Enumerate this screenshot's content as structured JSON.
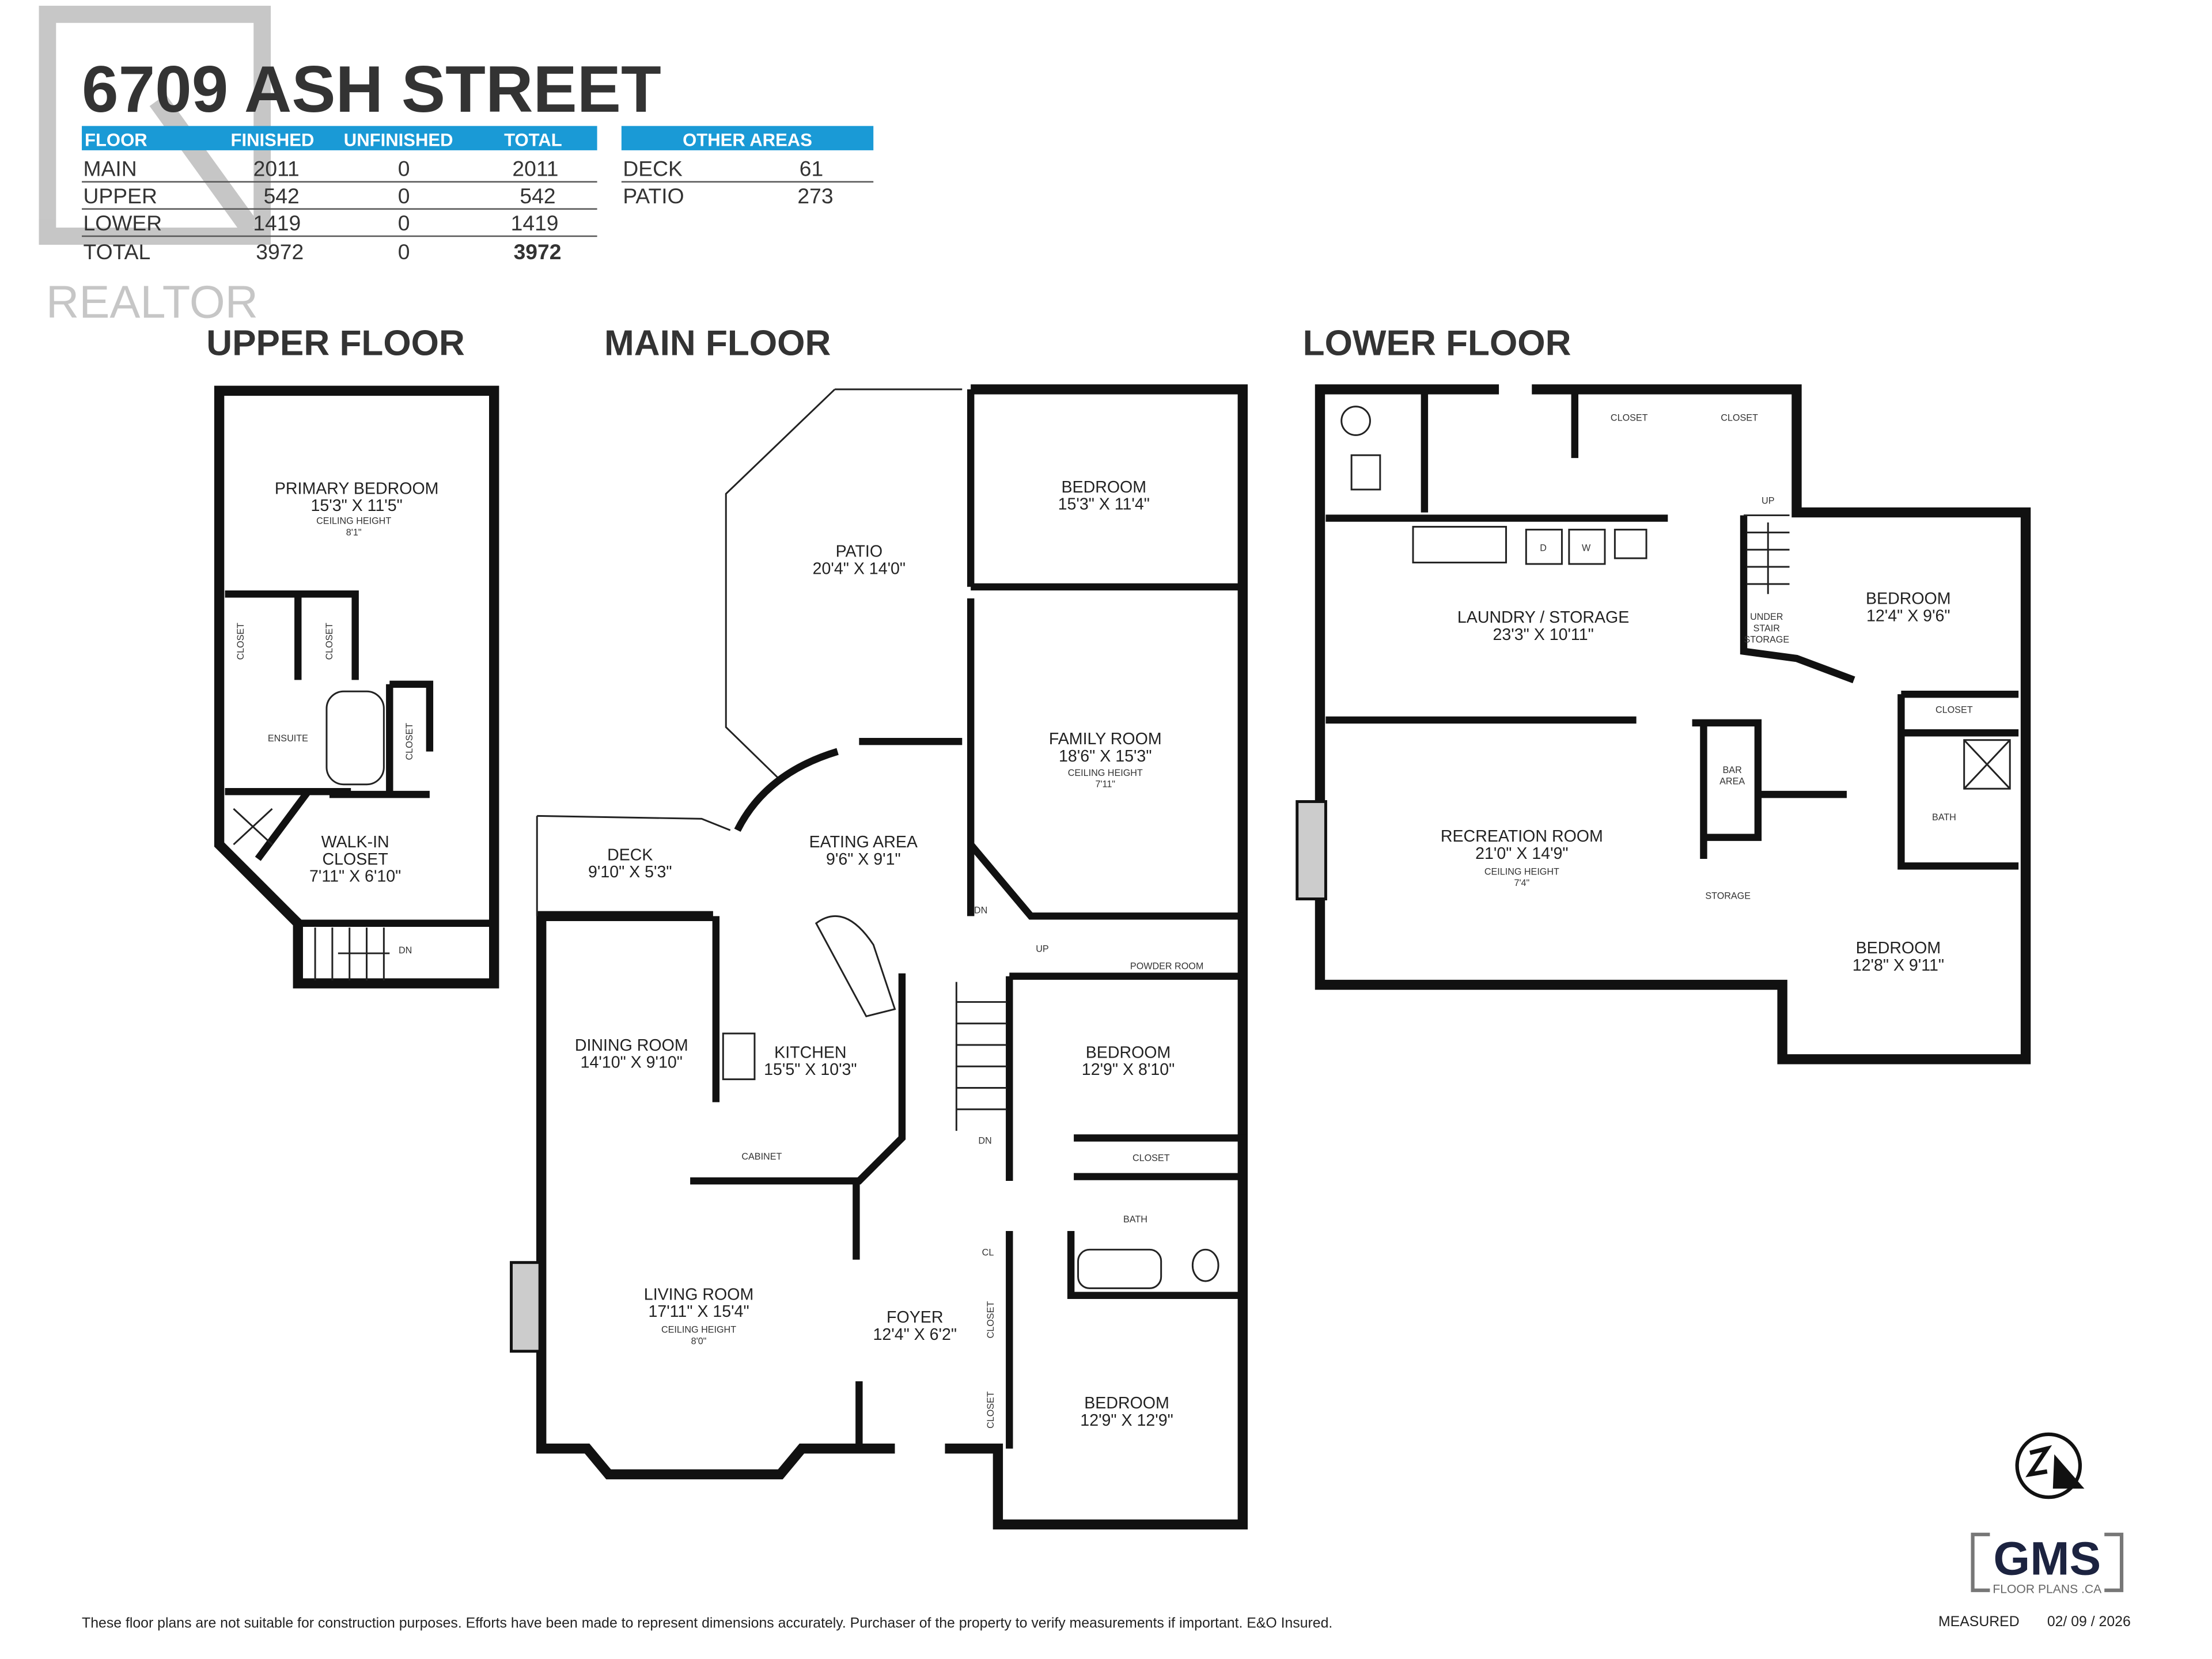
{
  "title": "6709 ASH STREET",
  "accent_color": "#1a9ad6",
  "area_table": {
    "headers": [
      "FLOOR",
      "FINISHED",
      "UNFINISHED",
      "TOTAL"
    ],
    "rows": [
      [
        "MAIN",
        "2011",
        "0",
        "2011"
      ],
      [
        "UPPER",
        "542",
        "0",
        "542"
      ],
      [
        "LOWER",
        "1419",
        "0",
        "1419"
      ],
      [
        "TOTAL",
        "3972",
        "0",
        "3972"
      ]
    ]
  },
  "other_areas": {
    "header": "OTHER AREAS",
    "rows": [
      [
        "DECK",
        "61"
      ],
      [
        "PATIO",
        "273"
      ]
    ]
  },
  "watermark": "REALTOR",
  "floors": {
    "upper": {
      "label": "UPPER FLOOR",
      "rooms": [
        {
          "name": "PRIMARY BEDROOM",
          "dims": "15'3\" X 11'5\"",
          "ceiling": "CEILING HEIGHT",
          "ceiling_value": "8'1\""
        },
        {
          "name": "ENSUITE"
        },
        {
          "name": "WALK-IN",
          "name2": "CLOSET",
          "dims": "7'11\" X 6'10\""
        },
        {
          "name": "CLOSET"
        },
        {
          "name": "CLOSET"
        },
        {
          "name": "CLOSET"
        },
        {
          "name": "DN"
        }
      ]
    },
    "main": {
      "label": "MAIN FLOOR",
      "rooms": [
        {
          "name": "PATIO",
          "dims": "20'4\" X 14'0\""
        },
        {
          "name": "BEDROOM",
          "dims": "15'3\" X 11'4\""
        },
        {
          "name": "FAMILY ROOM",
          "dims": "18'6\" X 15'3\"",
          "ceiling": "CEILING HEIGHT",
          "ceiling_value": "7'11\""
        },
        {
          "name": "EATING AREA",
          "dims": "9'6\" X 9'1\""
        },
        {
          "name": "DECK",
          "dims": "9'10\" X 5'3\""
        },
        {
          "name": "DINING ROOM",
          "dims": "14'10\" X 9'10\""
        },
        {
          "name": "KITCHEN",
          "dims": "15'5\" X 10'3\""
        },
        {
          "name": "BEDROOM",
          "dims": "12'9\" X 8'10\""
        },
        {
          "name": "LIVING ROOM",
          "dims": "17'11\" X 15'4\"",
          "ceiling": "CEILING HEIGHT",
          "ceiling_value": "8'0\""
        },
        {
          "name": "FOYER",
          "dims": "12'4\" X 6'2\""
        },
        {
          "name": "BEDROOM",
          "dims": "12'9\" X 12'9\""
        },
        {
          "name": "POWDER ROOM"
        },
        {
          "name": "CABINET"
        },
        {
          "name": "CLOSET"
        },
        {
          "name": "BATH"
        },
        {
          "name": "CL"
        },
        {
          "name": "CLOSET"
        },
        {
          "name": "CLOSET"
        },
        {
          "name": "DN"
        },
        {
          "name": "UP"
        },
        {
          "name": "DN"
        }
      ]
    },
    "lower": {
      "label": "LOWER FLOOR",
      "rooms": [
        {
          "name": "LAUNDRY / STORAGE",
          "dims": "23'3\" X 10'11\""
        },
        {
          "name": "BEDROOM",
          "dims": "12'4\" X 9'6\""
        },
        {
          "name": "RECREATION ROOM",
          "dims": "21'0\" X 14'9\"",
          "ceiling": "CEILING HEIGHT",
          "ceiling_value": "7'4\""
        },
        {
          "name": "BEDROOM",
          "dims": "12'8\" X 9'11\""
        },
        {
          "name": "CLOSET"
        },
        {
          "name": "CLOSET"
        },
        {
          "name": "CLOSET"
        },
        {
          "name": "BATH"
        },
        {
          "name": "BAR",
          "name2": "AREA"
        },
        {
          "name": "STORAGE"
        },
        {
          "name": "UNDER",
          "name2": "STAIR",
          "name3": "STORAGE"
        },
        {
          "name": "UP"
        },
        {
          "name": "D"
        },
        {
          "name": "W"
        }
      ]
    }
  },
  "compass_icon": "north-arrow-icon",
  "logo": {
    "name": "GMS",
    "sub": "FLOOR PLANS .CA",
    "color": "#1c2340"
  },
  "measured_label": "MEASURED",
  "measured_date": "02/ 09 / 2026",
  "disclaimer": "These floor plans are not suitable for construction purposes. Efforts have been made to represent dimensions accurately.  Purchaser of the property to verify measurements if important.  E&O Insured."
}
